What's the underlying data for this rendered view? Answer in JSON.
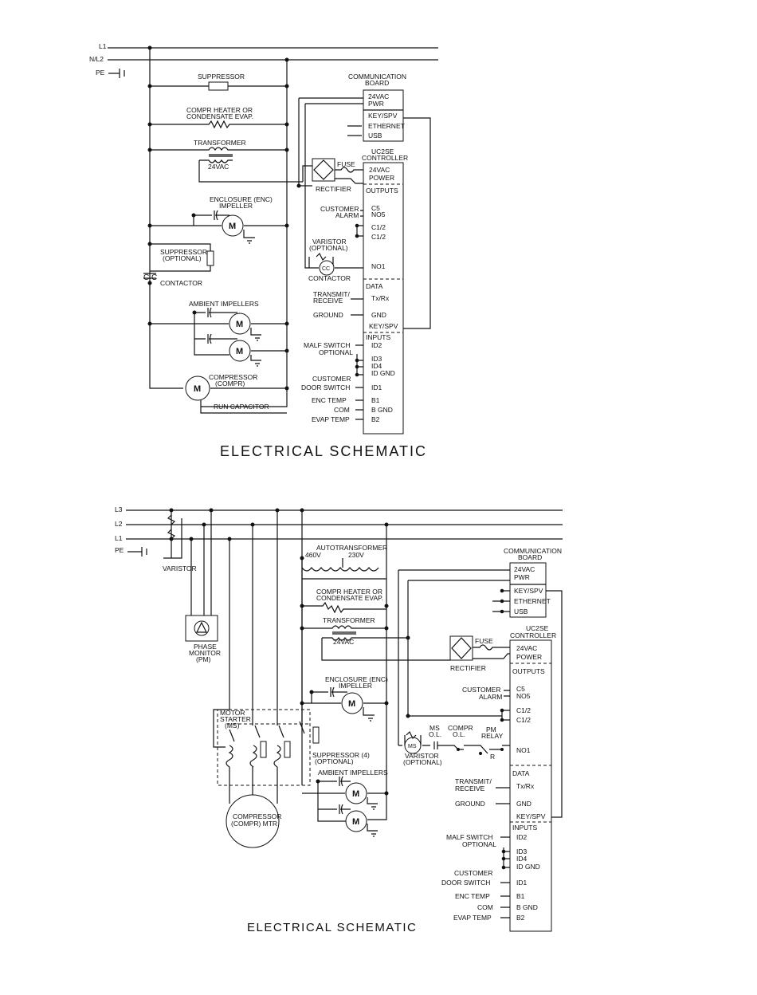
{
  "diagram1": {
    "title": "ELECTRICAL SCHEMATIC",
    "lines": [
      "L1",
      "N/L2",
      "PE"
    ],
    "labels": {
      "suppressor": "SUPPRESSOR",
      "heater1": "COMPR HEATER OR",
      "heater2": "CONDENSATE EVAP.",
      "transformer": "TRANSFORMER",
      "vac": "24VAC",
      "enc1": "ENCLOSURE (ENC)",
      "enc2": "IMPELLER",
      "supopt1": "SUPPRESSOR",
      "supopt2": "(OPTIONAL)",
      "cc": "C C",
      "contactor": "CONTACTOR",
      "ambient": "AMBIENT IMPELLERS",
      "comp1": "COMPRESSOR",
      "comp2": "(COMPR)",
      "runcap": "RUN CAPACITOR",
      "fuse": "FUSE",
      "rectifier": "RECTIFIER",
      "varistor1": "VARISTOR",
      "varistor2": "(OPTIONAL)",
      "contactor2": "CONTACTOR",
      "ccsym": "CC",
      "motor": "M"
    },
    "comm": {
      "title1": "COMMUNICATION",
      "title2": "BOARD",
      "vac": "24VAC",
      "pwr": "PWR",
      "keyspv": "KEY/SPV",
      "ethernet": "ETHERNET",
      "usb": "USB"
    },
    "ctrl": {
      "title1": "UC2SE",
      "title2": "CONTROLLER",
      "vac": "24VAC",
      "power": "POWER",
      "outputs": "OUTPUTS",
      "c5": "C5",
      "no5": "NO5",
      "c12a": "C1/2",
      "c12b": "C1/2",
      "no1": "NO1",
      "data": "DATA",
      "txrx": "Tx/Rx",
      "gnd": "GND",
      "keyspv": "KEY/SPV",
      "inputs": "INPUTS",
      "id2": "ID2",
      "id3": "ID3",
      "id4": "ID4",
      "idgnd": "ID GND",
      "id1": "ID1",
      "b1": "B1",
      "bgnd": "B GND",
      "b2": "B2"
    },
    "ext": {
      "cust1": "CUSTOMER",
      "alarm": "ALARM",
      "tr1": "TRANSMIT/",
      "tr2": "RECEIVE",
      "ground": "GROUND",
      "malf1": "MALF SWITCH",
      "malf2": "OPTIONAL",
      "cust2": "CUSTOMER",
      "door": "DOOR SWITCH",
      "enc": "ENC TEMP",
      "com": "COM",
      "evap": "EVAP TEMP"
    }
  },
  "diagram2": {
    "title": "ELECTRICAL SCHEMATIC",
    "lines": [
      "L3",
      "L2",
      "L1",
      "PE"
    ],
    "labels": {
      "varistor": "VARISTOR",
      "phase1": "PHASE",
      "phase2": "MONITOR",
      "phase3": "(PM)",
      "autotrans": "AUTOTRANSFORMER",
      "v460": "460V",
      "v230": "230V",
      "heater1": "COMPR HEATER OR",
      "heater2": "CONDENSATE EVAP.",
      "transformer": "TRANSFORMER",
      "vac": "24VAC",
      "enc1": "ENCLOSURE (ENC)",
      "enc2": "IMPELLER",
      "ms1": "MOTOR",
      "ms2": "STARTER",
      "ms3": "(MS)",
      "sup1": "SUPPRESSOR (4)",
      "sup2": "(OPTIONAL)",
      "ambient": "AMBIENT IMPELLERS",
      "compmtr1": "COMPRESSOR",
      "compmtr2": "(COMPR) MTR",
      "fuse": "FUSE",
      "rectifier": "RECTIFIER",
      "msol1": "MS",
      "msol2": "O.L.",
      "compol1": "COMPR",
      "compol2": "O.L.",
      "pmrelay1": "PM",
      "pmrelay2": "RELAY",
      "r": "R",
      "varistor2a": "VARISTOR",
      "varistor2b": "(OPTIONAL)",
      "mssym": "MS",
      "motor": "M"
    },
    "comm": {
      "title1": "COMMUNICATION",
      "title2": "BOARD",
      "vac": "24VAC",
      "pwr": "PWR",
      "keyspv": "KEY/SPV",
      "ethernet": "ETHERNET",
      "usb": "USB"
    },
    "ctrl": {
      "title1": "UC2SE",
      "title2": "CONTROLLER",
      "vac": "24VAC",
      "power": "POWER",
      "outputs": "OUTPUTS",
      "c5": "C5",
      "no5": "NO5",
      "c12a": "C1/2",
      "c12b": "C1/2",
      "no1": "NO1",
      "data": "DATA",
      "txrx": "Tx/Rx",
      "gnd": "GND",
      "keyspv": "KEY/SPV",
      "inputs": "INPUTS",
      "id2": "ID2",
      "id3": "ID3",
      "id4": "ID4",
      "idgnd": "ID GND",
      "id1": "ID1",
      "b1": "B1",
      "bgnd": "B GND",
      "b2": "B2"
    },
    "ext": {
      "cust1": "CUSTOMER",
      "alarm": "ALARM",
      "tr1": "TRANSMIT/",
      "tr2": "RECEIVE",
      "ground": "GROUND",
      "malf1": "MALF SWITCH",
      "malf2": "OPTIONAL",
      "cust2": "CUSTOMER",
      "door": "DOOR SWITCH",
      "enc": "ENC TEMP",
      "com": "COM",
      "evap": "EVAP TEMP"
    }
  }
}
